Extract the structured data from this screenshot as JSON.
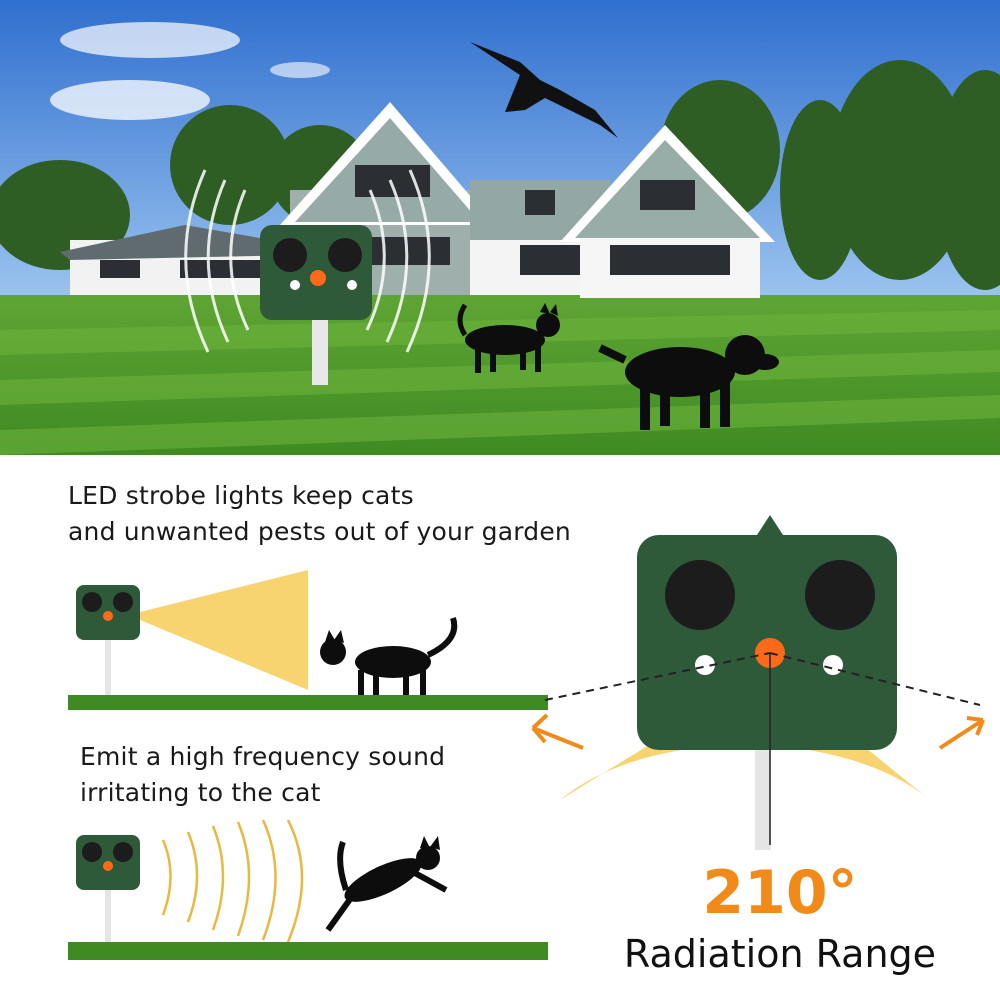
{
  "feature_1": {
    "caption": "LED strobe lights keep cats\nand unwanted pests out of your garden"
  },
  "feature_2": {
    "caption": "Emit a high frequency sound\nirritating to the cat"
  },
  "coverage": {
    "angle": "210°",
    "label": "Radiation Range"
  },
  "colors": {
    "accent_orange": "#f28a1a",
    "device_green": "#2f5a3a",
    "beam_yellow": "#f5c542",
    "sky_blue": "#3f7fd0",
    "lawn_green": "#4f9a2a"
  },
  "icons": [
    "bird-silhouette",
    "cat-silhouette",
    "dog-silhouette",
    "repeller-device",
    "sound-wave-arcs",
    "arrow-icon"
  ]
}
